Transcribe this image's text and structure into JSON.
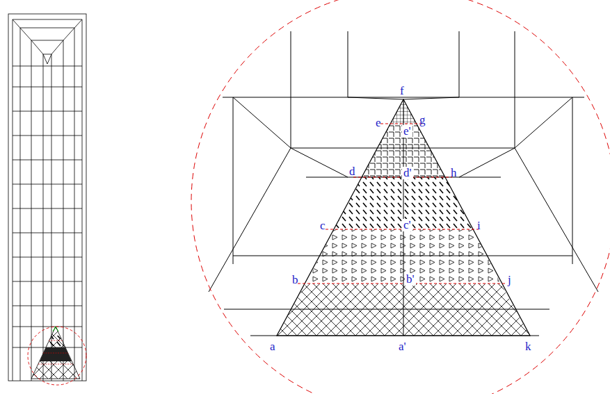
{
  "diagram": {
    "labels": [
      "f",
      "e",
      "e'",
      "g",
      "d",
      "d'",
      "h",
      "c",
      "c'",
      "i",
      "b",
      "b'",
      "j",
      "a",
      "a'",
      "k"
    ]
  }
}
